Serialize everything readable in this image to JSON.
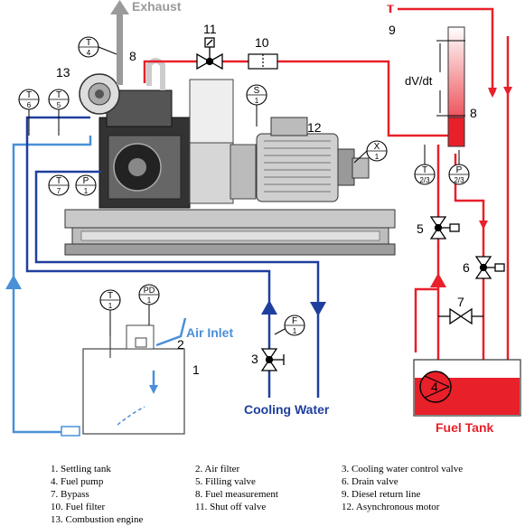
{
  "labels": {
    "exhaust": "Exhaust",
    "air_inlet": "Air Inlet",
    "cooling_water": "Cooling Water",
    "fuel_tank": "Fuel Tank",
    "dv_dt": "dV/dt"
  },
  "numbers": {
    "n1": "1",
    "n2": "2",
    "n3": "3",
    "n4": "4",
    "n5": "5",
    "n6": "6",
    "n7": "7",
    "n8a": "8",
    "n8b": "8",
    "n9": "9",
    "n10": "10",
    "n11": "11",
    "n12": "12",
    "n13": "13"
  },
  "sensors": {
    "t4": {
      "sym": "T",
      "num": "4"
    },
    "t6": {
      "sym": "T",
      "num": "6"
    },
    "t5": {
      "sym": "T",
      "num": "5"
    },
    "t7": {
      "sym": "T",
      "num": "7"
    },
    "p1": {
      "sym": "P",
      "num": "1"
    },
    "s1": {
      "sym": "S",
      "num": "1"
    },
    "x1": {
      "sym": "X",
      "num": "1"
    },
    "t23": {
      "sym": "T",
      "num": "2/3"
    },
    "p23": {
      "sym": "P",
      "num": "2/3"
    },
    "t1": {
      "sym": "T",
      "num": "1"
    },
    "pd1": {
      "sym": "PD",
      "num": "1"
    },
    "f1": {
      "sym": "F",
      "num": "1"
    }
  },
  "legend": {
    "col1": [
      "1. Settling tank",
      "4. Fuel pump",
      "7. Bypass",
      "10. Fuel filter",
      "13. Combustion engine"
    ],
    "col2": [
      "2. Air filter",
      "5. Filling valve",
      "8. Fuel measurement",
      "11. Shut off valve"
    ],
    "col3": [
      "3. Cooling water control valve",
      "6. Drain valve",
      "9. Diesel return line",
      "12. Asynchronous motor"
    ]
  },
  "colors": {
    "fuel_red": "#e8202a",
    "water_blue": "#1f3f9e",
    "air_light_blue": "#4a90d9",
    "exhaust_gray": "#9a9a9a"
  }
}
